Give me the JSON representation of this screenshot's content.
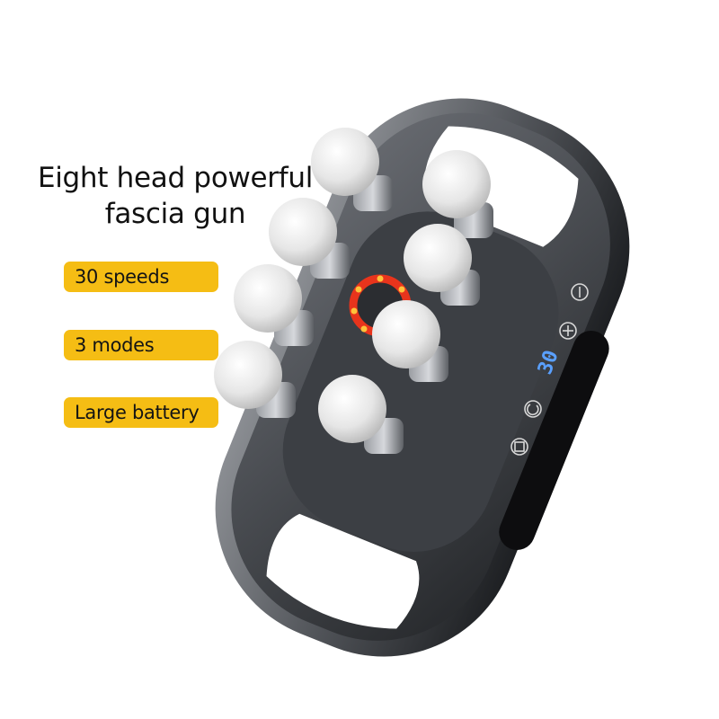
{
  "headline": {
    "line1": "Eight head powerful",
    "line2": "fascia gun"
  },
  "features": [
    {
      "label": "30 speeds"
    },
    {
      "label": "3 modes"
    },
    {
      "label": "Large battery"
    }
  ],
  "device": {
    "head_count": 8,
    "display_value": "30",
    "buttons": [
      "minus-icon",
      "plus-icon",
      "power-icon",
      "mode-icon"
    ],
    "colors": {
      "body": "#4a4d52",
      "body_dark": "#2a2c30",
      "head": "#e9e9e9",
      "ring": "#e8341c",
      "ring_glow": "#ffc23a",
      "display_digits": "#5aa0ff",
      "control_panel": "#0d0d0f",
      "pill": "#f5bd14"
    }
  }
}
